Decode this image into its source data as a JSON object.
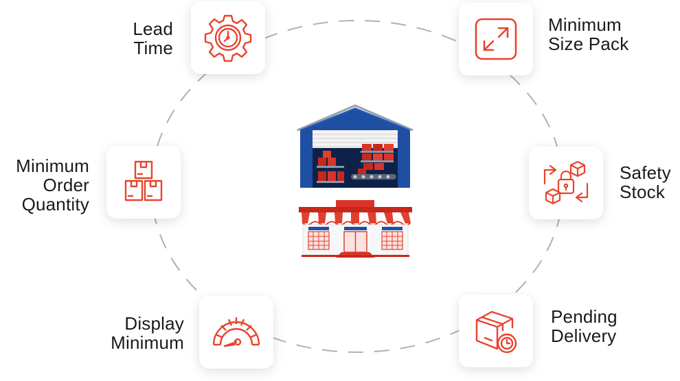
{
  "accent_color": "#e8432d",
  "items": [
    {
      "id": "lead-time",
      "label": "Lead\nTime",
      "icon": "gear-clock-icon"
    },
    {
      "id": "minimum-size-pack",
      "label": "Minimum\nSize Pack",
      "icon": "expand-arrows-icon"
    },
    {
      "id": "minimum-order-quantity",
      "label": "Minimum\nOrder\nQuantity",
      "icon": "stacked-boxes-icon"
    },
    {
      "id": "safety-stock",
      "label": "Safety\nStock",
      "icon": "lock-boxes-icon"
    },
    {
      "id": "display-minimum",
      "label": "Display\nMinimum",
      "icon": "gauge-icon"
    },
    {
      "id": "pending-delivery",
      "label": "Pending\nDelivery",
      "icon": "box-clock-icon"
    }
  ],
  "center": {
    "icons": [
      "warehouse-icon",
      "storefront-icon"
    ]
  }
}
